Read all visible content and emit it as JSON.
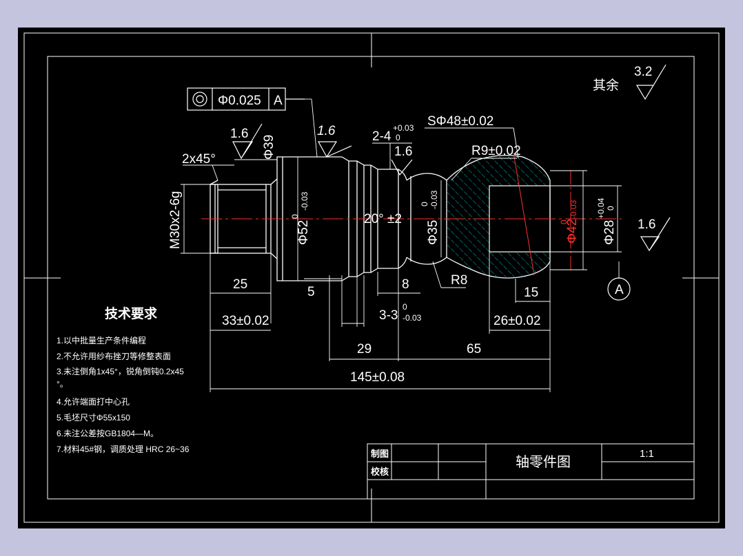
{
  "colors": {
    "background": "#c4c4df",
    "canvas": "#000000",
    "line": "#ffffff",
    "centerline": "#ff0000",
    "hatch": "#00a0a0"
  },
  "tolerance_frame": {
    "symbol": "concentricity-icon",
    "value": "Φ0.025",
    "datum": "A"
  },
  "roughness": {
    "general_label": "其余",
    "general_value": "3.2",
    "values": [
      "1.6",
      "1.6",
      "1.6",
      "1.6"
    ]
  },
  "dimensions": {
    "chamfer": "2x45°",
    "d39": "Φ39",
    "thread": "M30x2-6g",
    "d52": "Φ52",
    "d52_upper": "0",
    "d52_lower": "-0.03",
    "groove": "2-4",
    "groove_upper": "+0.03",
    "groove_lower": "0",
    "angle": "20°",
    "angle_tol": "±2",
    "d35": "Φ35",
    "d35_upper": "0",
    "d35_lower": "-0.03",
    "sphere": "SΦ48±0.02",
    "r9": "R9±0.02",
    "d42": "Φ42",
    "d42_upper": "0",
    "d42_lower": "-0.03",
    "d28": "Φ28",
    "d28_upper": "+0.04",
    "d28_lower": "0",
    "r8": "R8",
    "l25": "25",
    "l5": "5",
    "l8": "8",
    "l15": "15",
    "l33": "33±0.02",
    "l3x3": "3-3",
    "l3x3_upper": "0",
    "l3x3_lower": "-0.03",
    "l26": "26±0.02",
    "l29": "29",
    "l65": "65",
    "l145": "145±0.08",
    "datum_a": "A"
  },
  "requirements": {
    "title": "技术要求",
    "items": [
      "1.以中批量生产条件编程",
      "2.不允许用纱布挫刀等修整表面",
      "3.未注倒角1x45°，锐角倒钝0.2x45",
      "°。",
      "4.允许端面打中心孔",
      "5.毛坯尺寸Φ55x150",
      "6.未注公差按GB1804—M。",
      "7.材料45#钢，调质处理 HRC 26~36"
    ]
  },
  "title_block": {
    "drawn": "制图",
    "checked": "校核",
    "title": "轴零件图",
    "scale": "1:1"
  }
}
